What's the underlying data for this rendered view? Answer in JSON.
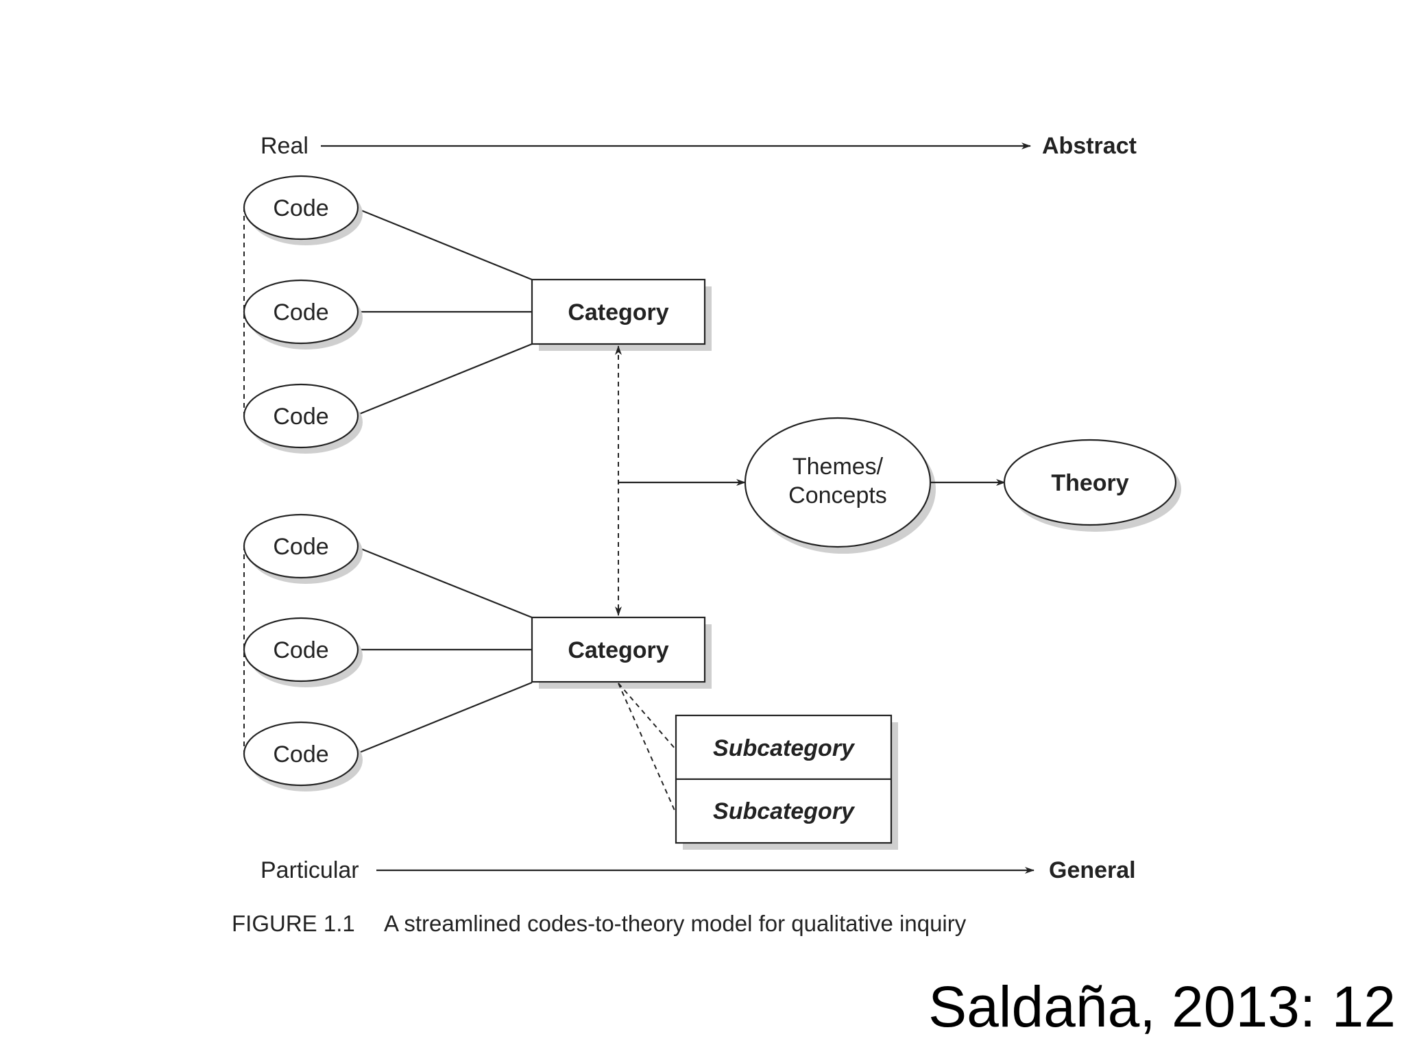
{
  "axes": {
    "top_left": "Real",
    "top_right": "Abstract",
    "bottom_left": "Particular",
    "bottom_right": "General"
  },
  "codes": {
    "group1": [
      "Code",
      "Code",
      "Code"
    ],
    "group2": [
      "Code",
      "Code",
      "Code"
    ]
  },
  "categories": {
    "upper": "Category",
    "lower": "Category"
  },
  "subcategories": [
    "Subcategory",
    "Subcategory"
  ],
  "themes": {
    "line1": "Themes/",
    "line2": "Concepts"
  },
  "theory": "Theory",
  "caption": {
    "label": "FIGURE 1.1",
    "text": "A streamlined codes-to-theory model for qualitative inquiry"
  },
  "citation": "Saldaña, 2013: 12",
  "colors": {
    "line": "#222222",
    "shadow": "#cfcfcf",
    "background": "#ffffff"
  }
}
